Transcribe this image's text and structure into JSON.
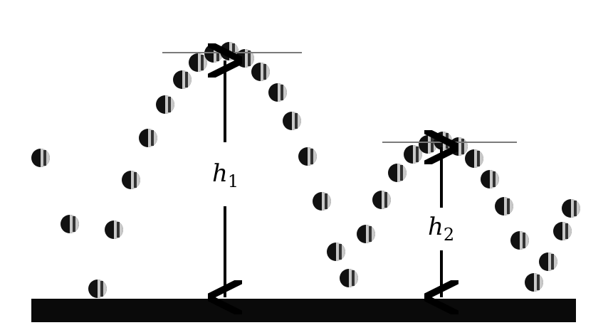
{
  "labels": {
    "h1": {
      "symbol": "h",
      "subscript": "1"
    },
    "h2": {
      "symbol": "h",
      "subscript": "2"
    }
  },
  "colors": {
    "ground": "#0a0a0a",
    "ball_dark": "#111111",
    "ball_light": "#c8c8c8",
    "peak_line": "#7a7a7a",
    "arrow": "#000000"
  }
}
